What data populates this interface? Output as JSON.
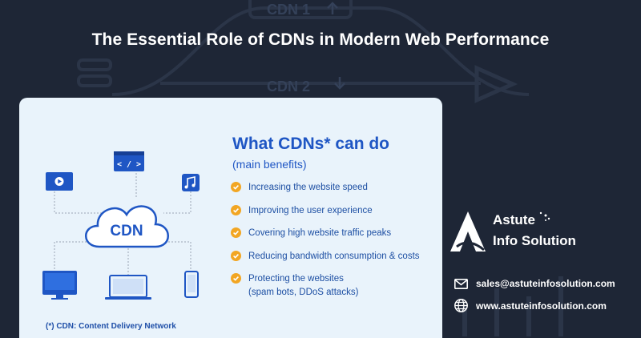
{
  "page": {
    "title": "The Essential Role of CDNs in Modern Web Performance"
  },
  "background": {
    "cdn1_label": "CDN 1",
    "cdn2_label": "CDN 2"
  },
  "diagram": {
    "cloud_label": "CDN",
    "code_tag": "< / >"
  },
  "card": {
    "heading": "What CDNs*  can do",
    "subheading": "(main benefits)",
    "benefits": [
      "Increasing  the website speed",
      "Improving the user experience",
      "Covering high website traffic peaks",
      "Reducing bandwidth consumption & costs",
      "Protecting the websites\n(spam bots, DDoS attacks)"
    ],
    "footnote": "(*) CDN: Content Delivery Network"
  },
  "brand": {
    "line1": "Astute",
    "line2": "Info Solution"
  },
  "contact": {
    "email": "sales@astuteinfosolution.com",
    "website": "www.astuteinfosolution.com"
  },
  "colors": {
    "background": "#1e2636",
    "card": "#e9f3fb",
    "accent_blue": "#1f56c4",
    "check_orange": "#f2a623"
  }
}
